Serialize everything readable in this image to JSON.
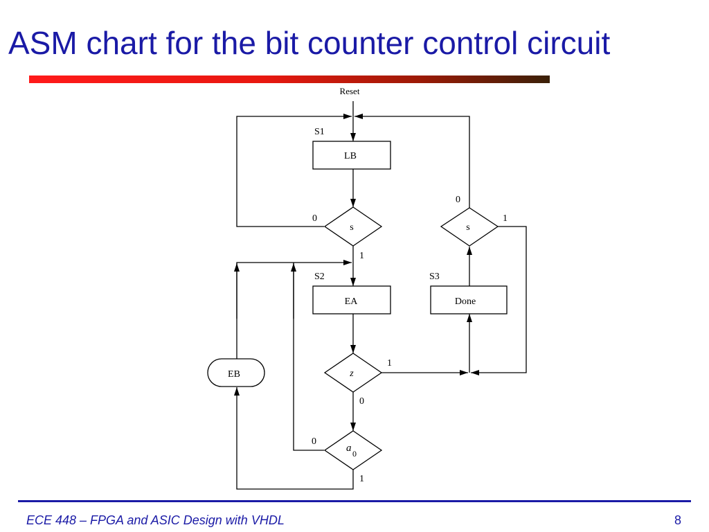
{
  "slide": {
    "title": "ASM chart for the bit counter control circuit",
    "accent_color": "#1a1aa6"
  },
  "diagram": {
    "reset_label": "Reset",
    "states": [
      {
        "name": "S1",
        "output": "LB"
      },
      {
        "name": "S2",
        "output": "EA"
      },
      {
        "name": "S3",
        "output": "Done"
      }
    ],
    "conditional_output": "EB",
    "decisions": {
      "s_left": {
        "input": "s",
        "false_label": "0",
        "true_label": "1"
      },
      "s_right": {
        "input": "s",
        "false_label": "0",
        "true_label": "1"
      },
      "z": {
        "input": "z",
        "true_label": "1",
        "false_label": "0"
      },
      "a0": {
        "input": "a",
        "subscript": "0",
        "false_label": "0",
        "true_label": "1"
      }
    }
  },
  "footer": {
    "text": "ECE 448 – FPGA and ASIC Design with VHDL",
    "page": "8"
  }
}
